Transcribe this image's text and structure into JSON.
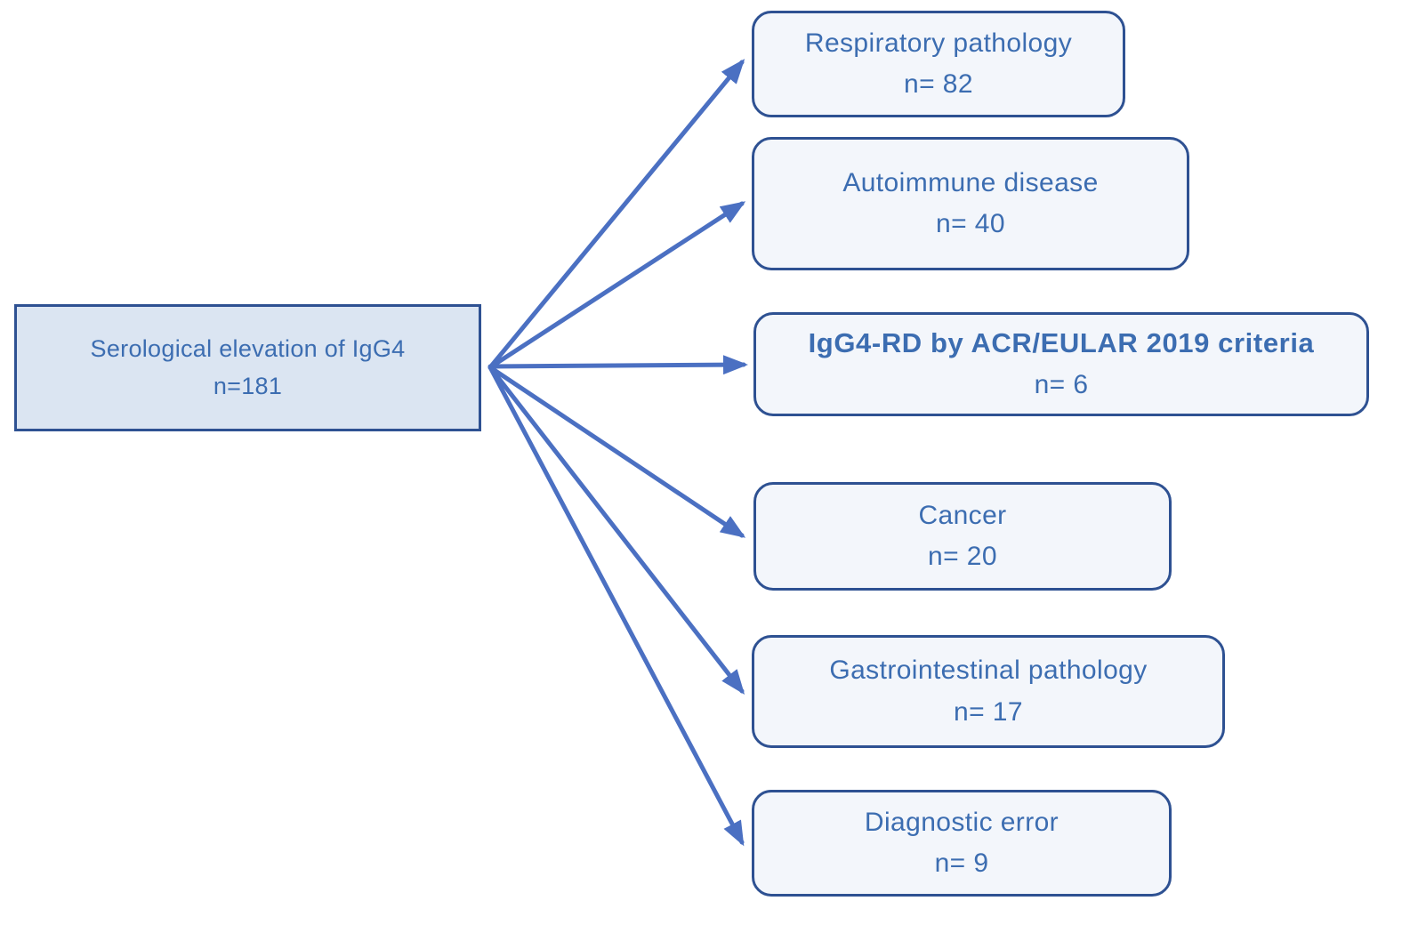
{
  "diagram": {
    "source": {
      "label": "Serological elevation of IgG4",
      "count": "n=181"
    },
    "targets": [
      {
        "label": "Respiratory pathology",
        "count": "n= 82",
        "emphasis": false
      },
      {
        "label": "Autoimmune disease",
        "count": "n= 40",
        "emphasis": false
      },
      {
        "label": "IgG4-RD by ACR/EULAR 2019 criteria",
        "count": "n= 6",
        "emphasis": true
      },
      {
        "label": "Cancer",
        "count": "n= 20",
        "emphasis": false
      },
      {
        "label": "Gastrointestinal pathology",
        "count": "n= 17",
        "emphasis": false
      },
      {
        "label": "Diagnostic error",
        "count": "n= 9",
        "emphasis": false
      }
    ],
    "colors": {
      "border": "#2e5192",
      "arrow": "#4b70c2",
      "source_fill": "#dbe5f2",
      "target_fill": "#f3f6fb",
      "text": "#3c6db1"
    }
  }
}
